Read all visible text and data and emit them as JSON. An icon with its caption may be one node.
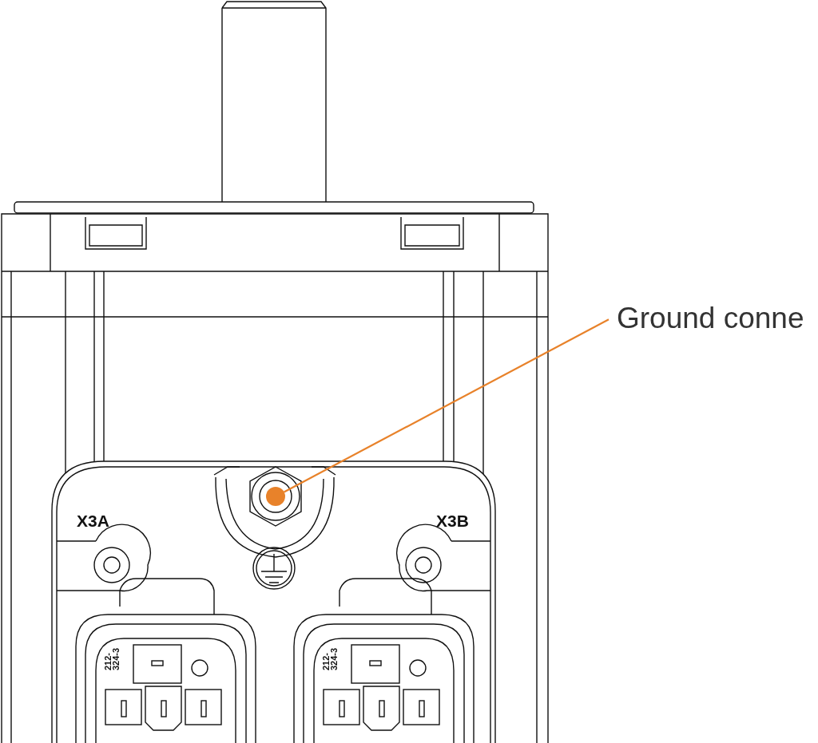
{
  "diagram": {
    "nodes": [
      {
        "text": [
          "Ground conne"
        ]
      },
      {
        "text": [],
        "shape": "circle"
      }
    ],
    "edges": [
      {
        "from": 0,
        "to": 1,
        "arrow": "none",
        "color": "#e8822a"
      }
    ],
    "labels": [
      "X3A",
      "X3B",
      "212-",
      "324-3",
      "212-",
      "324-3"
    ]
  }
}
